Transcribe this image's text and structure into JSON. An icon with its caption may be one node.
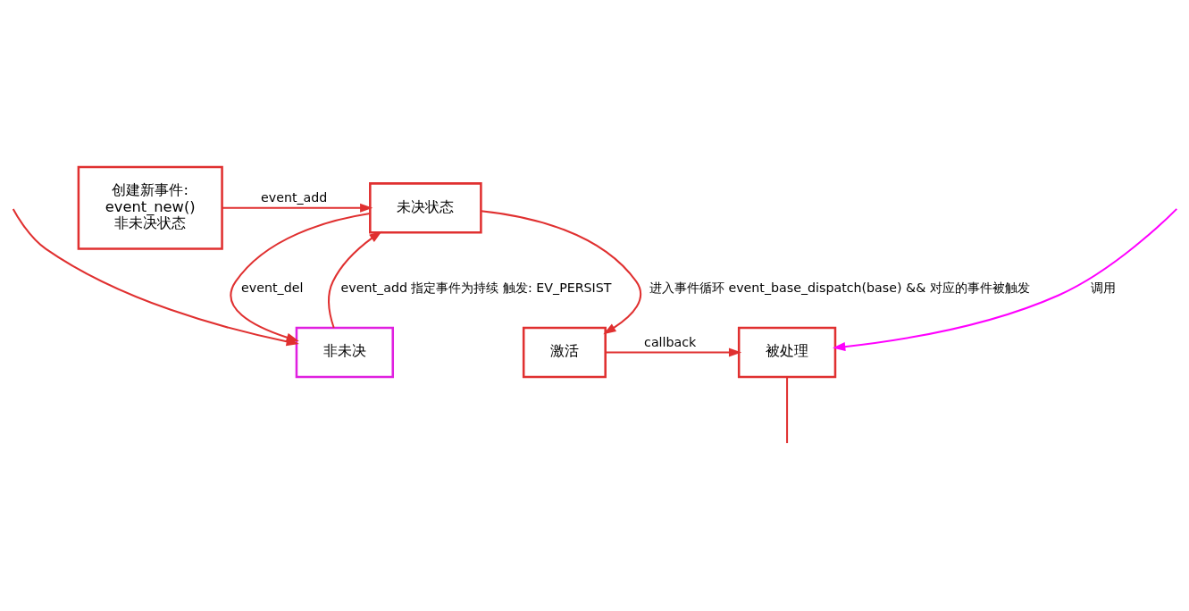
{
  "diagram": {
    "nodes": [
      {
        "text": [
          "创建新事件:",
          "event_new()",
          "非未决状态"
        ]
      },
      {
        "text": [
          "未决状态"
        ]
      },
      {
        "text": [
          "非未决"
        ]
      },
      {
        "text": [
          "激活"
        ]
      },
      {
        "text": [
          "被处理"
        ]
      }
    ],
    "edges": [
      {
        "from": 0,
        "to": 1,
        "arrow": "to",
        "label": "event_add"
      },
      {
        "from": 2,
        "to": 1,
        "arrow": "to",
        "label": "event_add 指定事件为持续 触发: EV_PERSIST"
      },
      {
        "from": 1,
        "to": 2,
        "arrow": "to",
        "label": "event_del"
      },
      {
        "from": 1,
        "to": 3,
        "arrow": "to",
        "label": "进入事件循环 event_base_dispatch(base) && 对应的事件被触发"
      },
      {
        "from": 3,
        "to": 4,
        "arrow": "to",
        "label": "callback"
      },
      {
        "from": null,
        "to": 4,
        "arrow": "to",
        "label": "调用",
        "color": "#ff00ff"
      },
      {
        "from": null,
        "to": 2,
        "arrow": "to"
      },
      {
        "from": 4,
        "to": null,
        "arrow": "none"
      }
    ]
  }
}
